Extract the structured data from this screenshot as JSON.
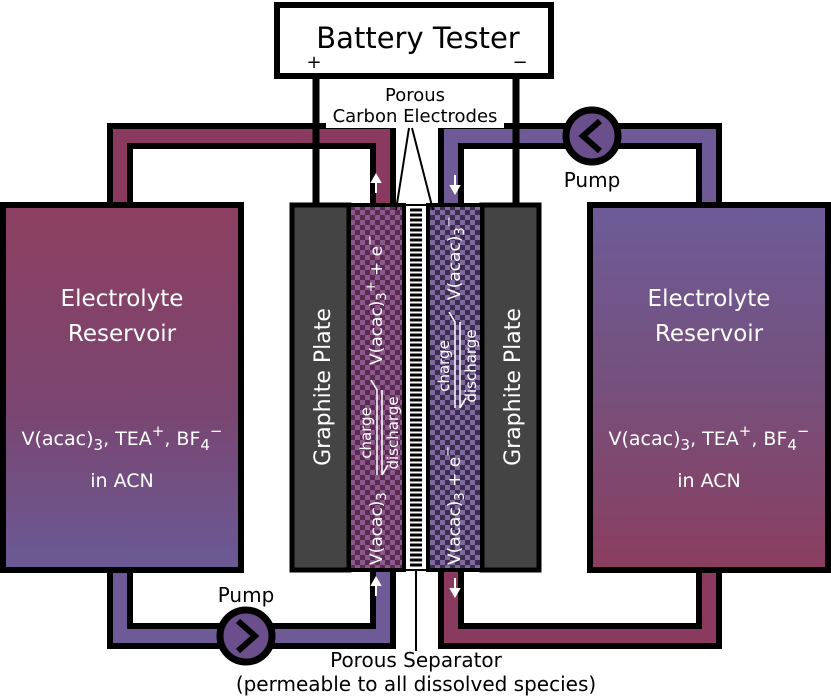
{
  "tester": {
    "title": "Battery Tester",
    "plus": "+",
    "minus": "−"
  },
  "electrodes_label": {
    "line1": "Porous",
    "line2": "Carbon Electrodes"
  },
  "pump_right": "Pump",
  "pump_left": "Pump",
  "left_reservoir": {
    "title1": "Electrolyte",
    "title2": "Reservoir",
    "species_main": "V(acac)",
    "species_sub": "3",
    "species_rest1": ", TEA",
    "species_sup": "+",
    "species_rest2": ", BF",
    "species_sub2": "4",
    "species_sup2": "−",
    "solvent": "in ACN"
  },
  "right_reservoir": {
    "title1": "Electrolyte",
    "title2": "Reservoir",
    "species_main": "V(acac)",
    "species_sub": "3",
    "species_rest1": ", TEA",
    "species_sup": "+",
    "species_rest2": ", BF",
    "species_sub2": "4",
    "species_sup2": "−",
    "solvent": "in ACN"
  },
  "left_plate": "Graphite Plate",
  "right_plate": "Graphite Plate",
  "left_reaction": {
    "reactant": "V(acac)",
    "reactant_sub": "3",
    "charge": "charge",
    "discharge": "discharge",
    "product": "V(acac)",
    "product_sub": "3",
    "product_sup": "+",
    "extra": " + e",
    "extra_sup": "−"
  },
  "right_reaction": {
    "reactant": "V(acac)",
    "reactant_sub": "3",
    "extra": " + e",
    "extra_sup": "−",
    "charge": "charge",
    "discharge": "discharge",
    "product": "V(acac)",
    "product_sub": "3",
    "product_sup": "−"
  },
  "separator": {
    "line1": "Porous Separator",
    "line2": "(permeable to all dissolved species)"
  },
  "colors": {
    "outline": "#000000",
    "plate": "#444444",
    "burgundy": "#8a3a5e",
    "violet": "#6e5a96",
    "pump_fill": "#6a4f8c",
    "text_light": "#ffffff"
  }
}
